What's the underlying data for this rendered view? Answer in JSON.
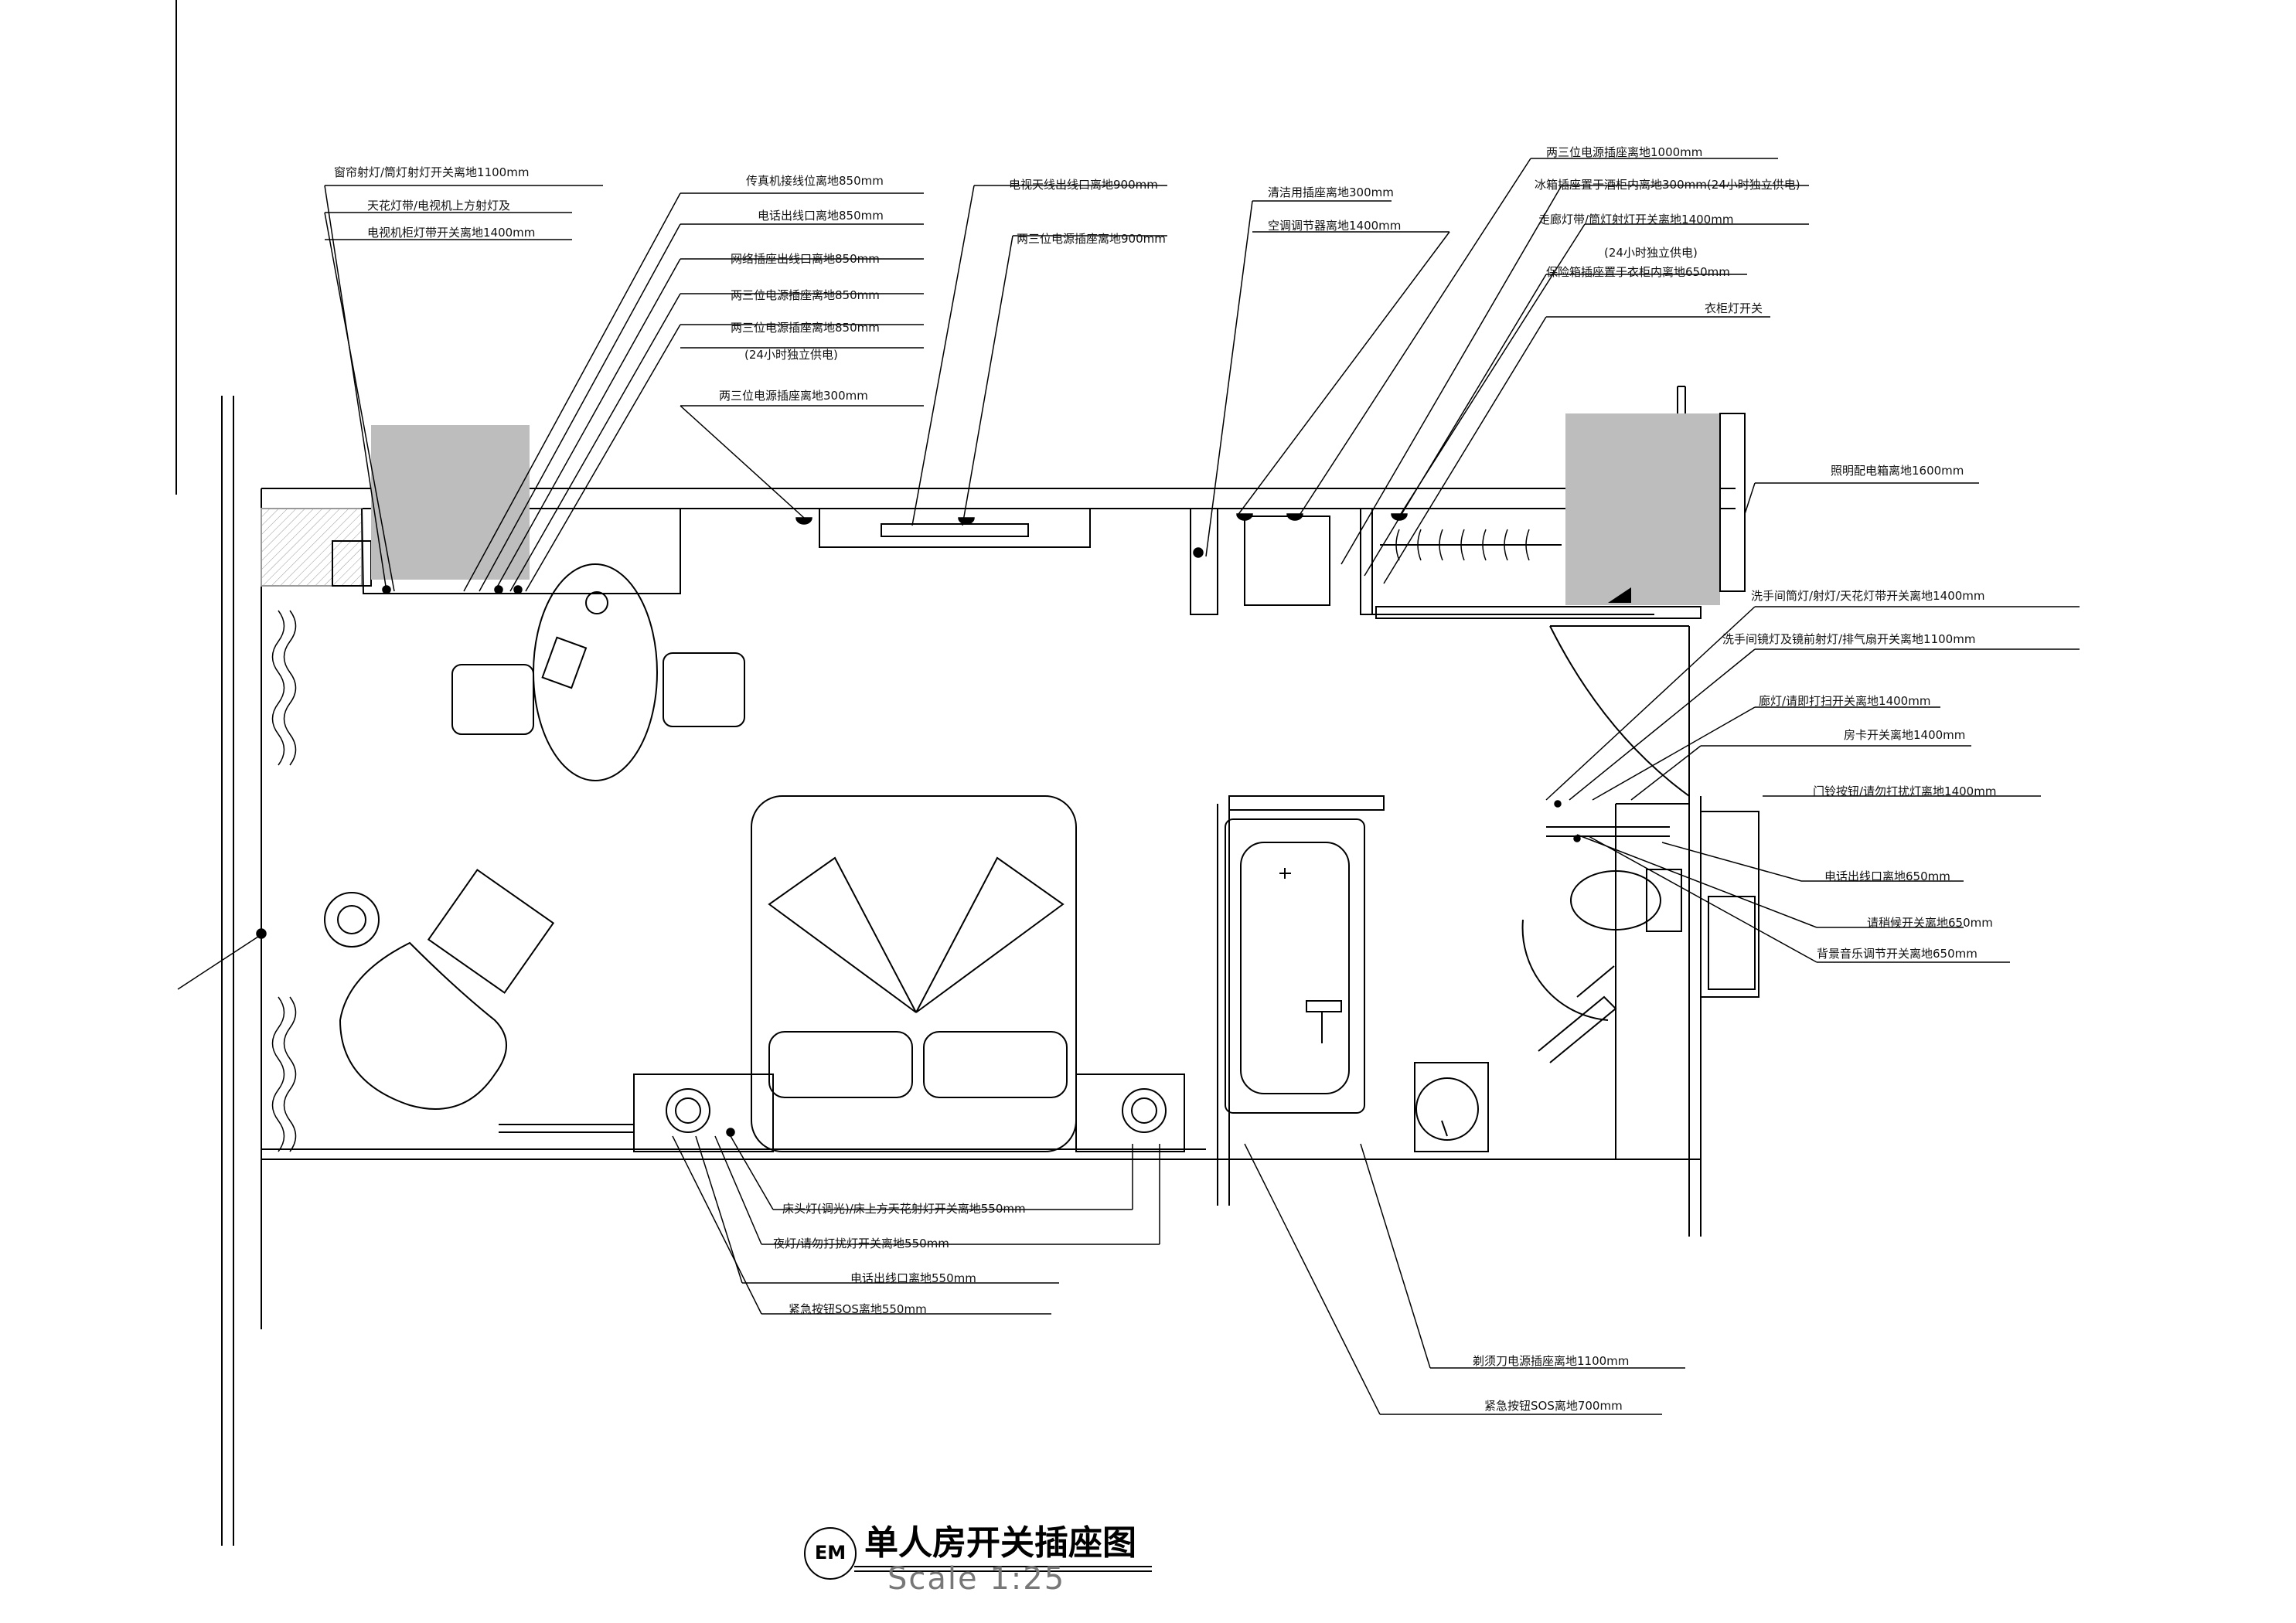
{
  "drawing": {
    "title": "单人房开关插座图",
    "scale": "Scale 1:25",
    "tag": "EM"
  },
  "labels": {
    "top_left": [
      "窗帘射灯/筒灯射灯开关离地1100mm",
      "天花灯带/电视机上方射灯及",
      "电视机柜灯带开关离地1400mm"
    ],
    "top_mid": [
      "传真机接线位离地850mm",
      "电话出线口离地850mm",
      "网络插座出线口离地850mm",
      "两三位电源插座离地850mm",
      "两三位电源插座离地850mm",
      "(24小时独立供电)",
      "两三位电源插座离地300mm"
    ],
    "top_tv": [
      "电视天线出线口离地900mm",
      "两三位电源插座离地900mm"
    ],
    "top_right_a": [
      "清洁用插座离地300mm",
      "空调调节器离地1400mm"
    ],
    "top_right_b": [
      "两三位电源插座离地1000mm",
      "冰箱插座置于酒柜内离地300mm(24小时独立供电)",
      "走廊灯带/筒灯射灯开关离地1400mm",
      "(24小时独立供电)",
      "保险箱插座置于衣柜内离地650mm",
      "衣柜灯开关"
    ],
    "right": [
      "照明配电箱离地1600mm",
      "洗手间筒灯/射灯/天花灯带开关离地1400mm",
      "洗手间镜灯及镜前射灯/排气扇开关离地1100mm",
      "廊灯/请即打扫开关离地1400mm",
      "房卡开关离地1400mm",
      "门铃按钮/请勿打扰灯离地1400mm",
      "电话出线口离地650mm",
      "请稍候开关离地650mm",
      "背景音乐调节开关离地650mm"
    ],
    "bottom_bed": [
      "床头灯(调光)/床上方天花射灯开关离地550mm",
      "夜灯/请勿打扰灯开关离地550mm",
      "电话出线口离地550mm",
      "紧急按钮SOS离地550mm"
    ],
    "bottom_bath": [
      "剃须刀电源插座离地1100mm",
      "紧急按钮SOS离地700mm"
    ]
  }
}
